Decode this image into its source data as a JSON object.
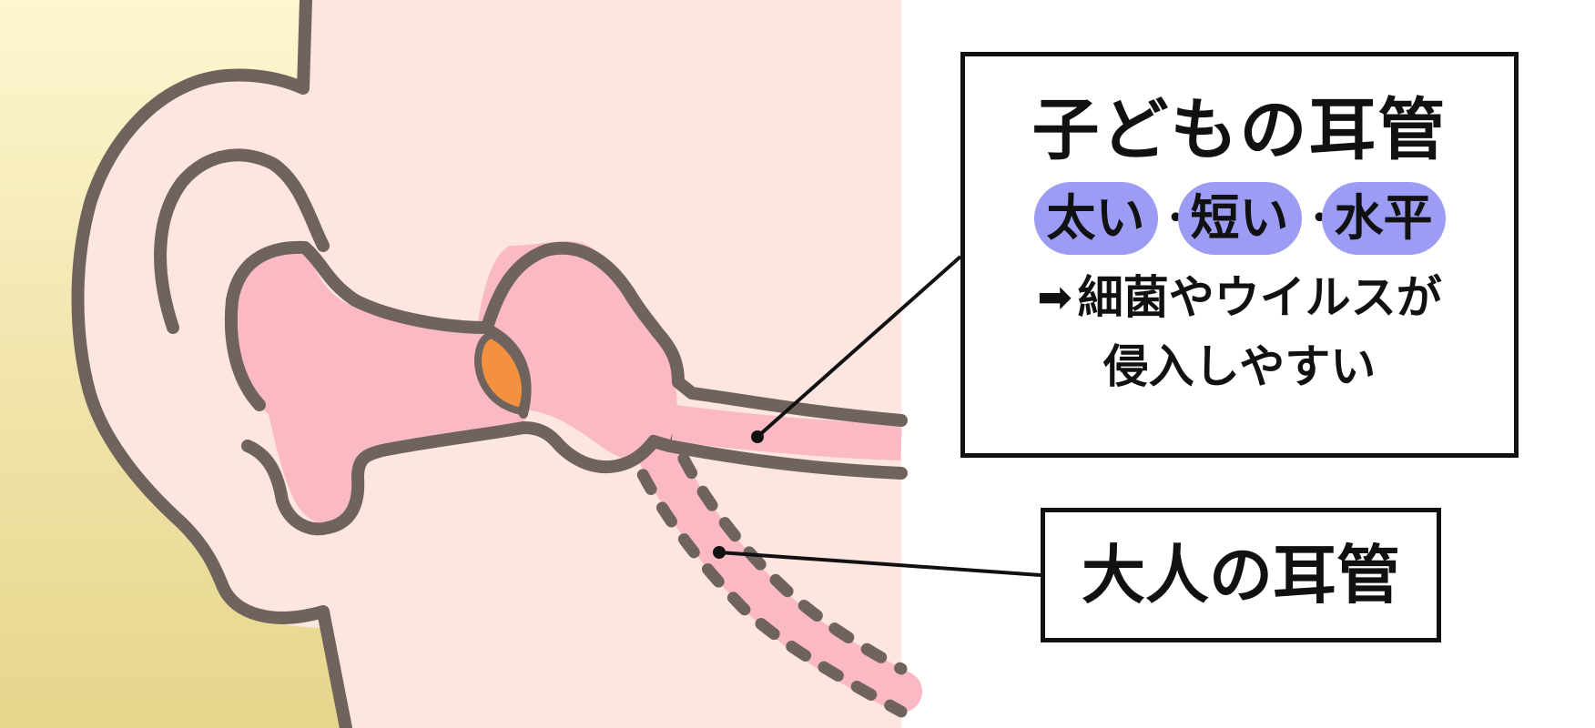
{
  "colors": {
    "background_left_top": "#fdf6d0",
    "background_left_bottom": "#ead98c",
    "skin": "#fde6df",
    "inner_ear": "#fbb9c3",
    "outline": "#6f635d",
    "eardrum": "#f4913f",
    "highlight_oval": "#9c9cf5"
  },
  "callout_child": {
    "title": "子どもの耳管",
    "traits": [
      "太い",
      "短い",
      "水平"
    ],
    "trait_separator": "・",
    "arrow_icon": "right-arrow-icon",
    "desc_line1": "細菌やウイルスが",
    "desc_line2": "侵入しやすい"
  },
  "callout_adult": {
    "title": "大人の耳管"
  }
}
